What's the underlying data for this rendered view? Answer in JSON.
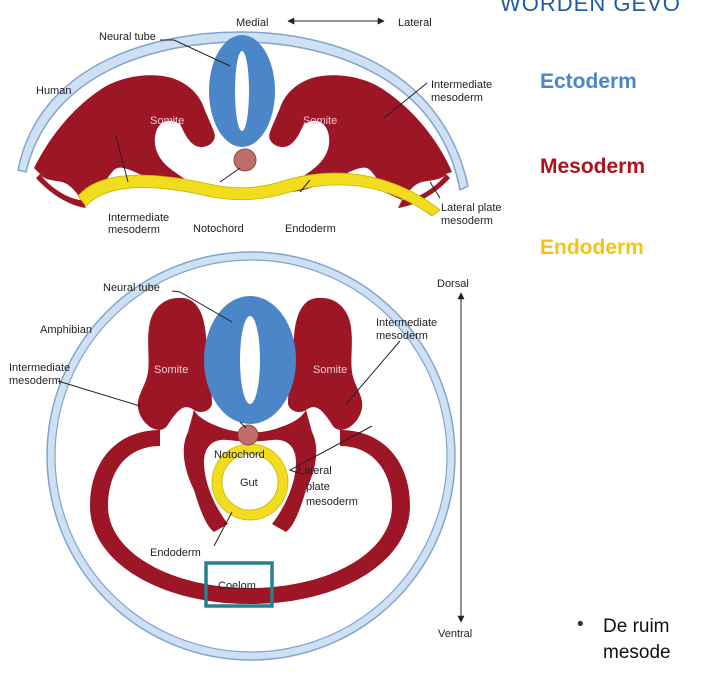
{
  "slide": {
    "heading_fragment": "WORDEN GEVO",
    "germ_layers": [
      {
        "label": "Ectoderm",
        "color": "#4a86c8"
      },
      {
        "label": "Mesoderm",
        "color": "#b0121d"
      },
      {
        "label": "Endoderm",
        "color": "#f0c419"
      }
    ],
    "bullet": {
      "line1": "De ruim",
      "line2": "mesode"
    }
  },
  "human": {
    "axis": {
      "medial": "Medial",
      "lateral": "Lateral"
    },
    "labels": {
      "title": "Human",
      "neural_tube": "Neural tube",
      "intermediate_right_1": "Intermediate",
      "intermediate_right_2": "mesoderm",
      "somite_left": "Somite",
      "somite_right": "Somite",
      "intermediate_left_1": "Intermediate",
      "intermediate_left_2": "mesoderm",
      "notochord": "Notochord",
      "endoderm": "Endoderm",
      "lateral_plate_1": "Lateral plate",
      "lateral_plate_2": "mesoderm"
    }
  },
  "amphibian": {
    "axis": {
      "dorsal": "Dorsal",
      "ventral": "Ventral"
    },
    "labels": {
      "title": "Amphibian",
      "neural_tube": "Neural tube",
      "intermediate_right_1": "Intermediate",
      "intermediate_right_2": "mesoderm",
      "intermediate_left_1": "Intermediate",
      "intermediate_left_2": "mesoderm",
      "somite_left": "Somite",
      "somite_right": "Somite",
      "notochord": "Notochord",
      "lateral_plate_1": "Lateral",
      "lateral_plate_2": "plate",
      "lateral_plate_3": "mesoderm",
      "gut": "Gut",
      "endoderm": "Endoderm",
      "coelom": "Coelom"
    },
    "highlight_color": "#2a7f8f"
  },
  "colors": {
    "ectoderm": "#4a86c8",
    "ectoderm_outer": "#cfe0f3",
    "ectoderm_stroke": "#7fa5cf",
    "mesoderm": "#9c1626",
    "endoderm": "#f2dc1e",
    "notochord": "#bf6e6c"
  }
}
